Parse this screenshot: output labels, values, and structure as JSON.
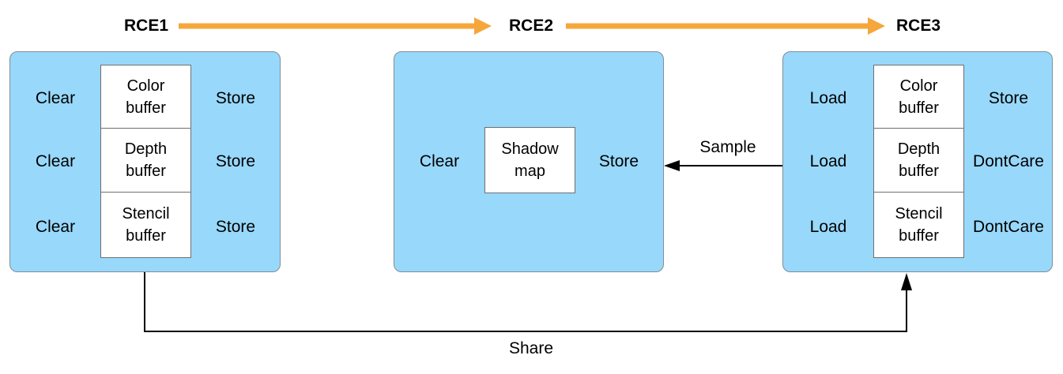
{
  "colors": {
    "panel_fill": "#98d8fb",
    "panel_border": "#7e8e98",
    "flow_arrow": "#f5a73c",
    "connector": "#000000"
  },
  "headers": {
    "rce1": "RCE1",
    "rce2": "RCE2",
    "rce3": "RCE3"
  },
  "rce1": {
    "rows": [
      {
        "load": "Clear",
        "line1": "Color",
        "line2": "buffer",
        "store": "Store"
      },
      {
        "load": "Clear",
        "line1": "Depth",
        "line2": "buffer",
        "store": "Store"
      },
      {
        "load": "Clear",
        "line1": "Stencil",
        "line2": "buffer",
        "store": "Store"
      }
    ]
  },
  "rce2": {
    "load": "Clear",
    "line1": "Shadow",
    "line2": "map",
    "store": "Store"
  },
  "rce3": {
    "rows": [
      {
        "load": "Load",
        "line1": "Color",
        "line2": "buffer",
        "store": "Store"
      },
      {
        "load": "Load",
        "line1": "Depth",
        "line2": "buffer",
        "store": "DontCare"
      },
      {
        "load": "Load",
        "line1": "Stencil",
        "line2": "buffer",
        "store": "DontCare"
      }
    ]
  },
  "connectors": {
    "sample": "Sample",
    "share": "Share"
  }
}
